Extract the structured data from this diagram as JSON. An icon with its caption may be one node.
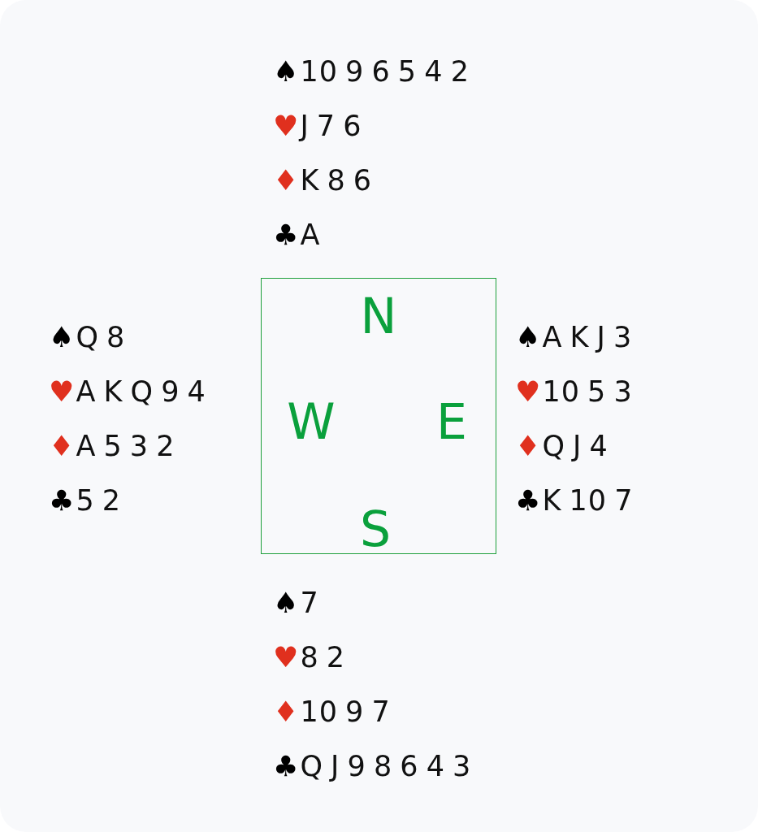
{
  "diagram": {
    "nodes": [
      {
        "text": [
          "N",
          "W",
          "E",
          "S"
        ]
      }
    ],
    "labels": [
      "♠10 9 6 5 4 2",
      "♥J 7 6",
      "♦K 8 6",
      "♣A",
      "♠Q 8",
      "♥A K Q 9 4",
      "♦A 5 3 2",
      "♣5 2",
      "♠A K J 3",
      "♥10 5 3",
      "♦Q J 4",
      "♣K 10 7",
      "♠7",
      "♥8 2",
      "♦10 9 7",
      "♣Q J 9 8 6 4 3"
    ]
  }
}
